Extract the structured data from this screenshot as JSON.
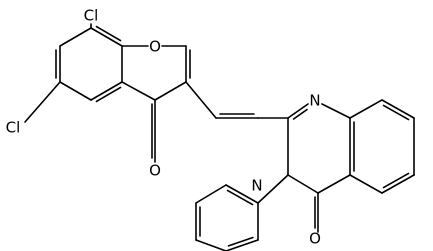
{
  "atom_labels": {
    "cl_top": "Cl",
    "cl_left": "Cl",
    "o_ring": "O",
    "o_carbonyl_left": "O",
    "n_top": "N",
    "n_bottom": "N",
    "o_carbonyl_right": "O"
  },
  "colors": {
    "bond": "#000000",
    "label": "#000000",
    "background": "#ffffff"
  }
}
